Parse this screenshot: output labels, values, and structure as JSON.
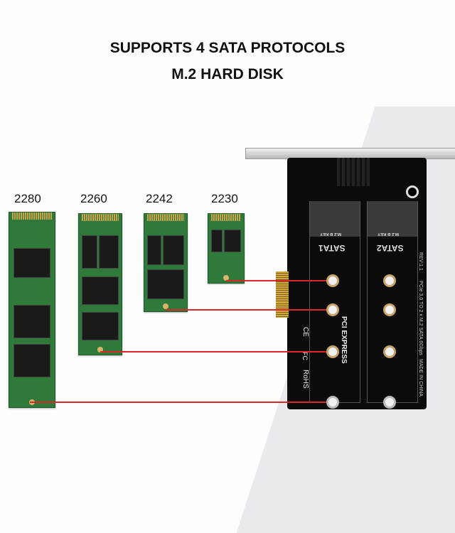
{
  "header": {
    "line1": "SUPPORTS 4 SATA PROTOCOLS",
    "line2": "M.2 HARD DISK"
  },
  "sizes": [
    "2280",
    "2260",
    "2242",
    "2230"
  ],
  "card": {
    "slot1": "SATA1",
    "slot2": "SATA2",
    "bus_logo": "PCI EXPRESS",
    "rohs": "RoHS",
    "ce": "CE",
    "fc": "FC",
    "rev": "REV:1.1",
    "desc": "PCIe 3.0 TO 2 x M.2 SATA 6Gbps",
    "origin": "MADE IN CHINA",
    "key_label": "M.2 B KEY"
  },
  "colors": {
    "accent_line": "#d8262a",
    "pcb": "#0b0b0b",
    "ssd_pcb": "#2f7a3a"
  }
}
